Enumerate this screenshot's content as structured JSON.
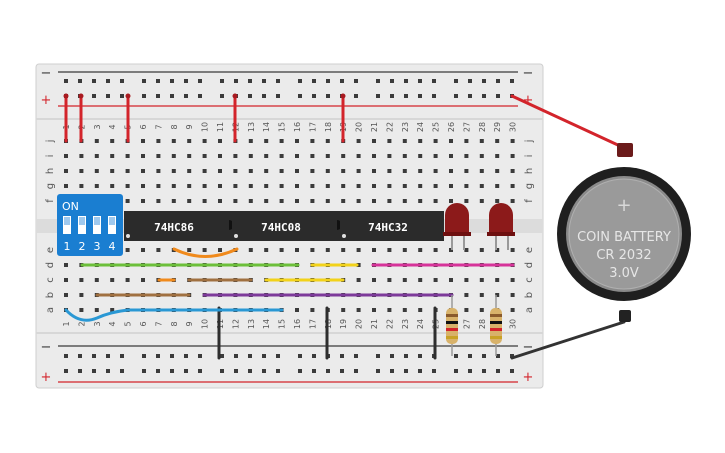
{
  "breadboard": {
    "rail_minus": "−",
    "rail_plus": "+",
    "row_letters_top": [
      "j",
      "i",
      "h",
      "g",
      "f"
    ],
    "row_letters_bottom": [
      "e",
      "d",
      "c",
      "b",
      "a"
    ],
    "column_numbers": [
      "1",
      "2",
      "3",
      "4",
      "5",
      "6",
      "7",
      "8",
      "9",
      "10",
      "11",
      "12",
      "13",
      "14",
      "15",
      "16",
      "17",
      "18",
      "19",
      "20",
      "21",
      "22",
      "23",
      "24",
      "25",
      "26",
      "27",
      "28",
      "29",
      "30"
    ]
  },
  "dip_switch": {
    "on_label": "ON",
    "positions": [
      "1",
      "2",
      "3",
      "4"
    ]
  },
  "chips": [
    {
      "label": "74HC86"
    },
    {
      "label": "74HC08"
    },
    {
      "label": "74HC32"
    }
  ],
  "battery": {
    "line1": "COIN BATTERY",
    "line2": "CR 2032",
    "line3": "3.0V",
    "plus_mark": "+"
  },
  "colors": {
    "board": "#ebebeb",
    "rail_red": "#d3242b",
    "rail_dark": "#3a3a3a",
    "chip": "#2b2b2b",
    "dip_body": "#1a7ed1",
    "led": "#8c1a1a",
    "resistor": "#d8b26a"
  }
}
